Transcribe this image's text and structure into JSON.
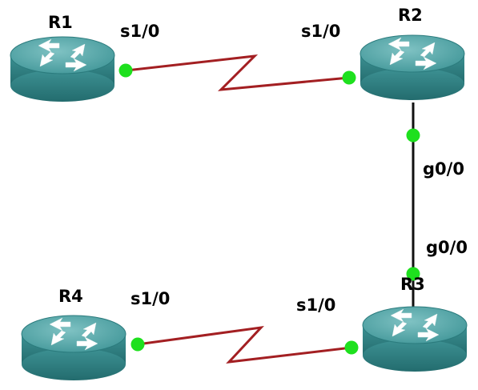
{
  "routers": [
    {
      "name": "R1",
      "label": "R1"
    },
    {
      "name": "R2",
      "label": "R2"
    },
    {
      "name": "R3",
      "label": "R3"
    },
    {
      "name": "R4",
      "label": "R4"
    }
  ],
  "links": [
    {
      "type": "serial",
      "from": "R1",
      "to": "R2",
      "from_interface": "s1/0",
      "to_interface": "s1/0"
    },
    {
      "type": "ethernet",
      "from": "R2",
      "to": "R3",
      "from_interface": "g0/0",
      "to_interface": "g0/0"
    },
    {
      "type": "serial",
      "from": "R4",
      "to": "R3",
      "from_interface": "s1/0",
      "to_interface": "s1/0"
    }
  ],
  "icons": {
    "router": "router-icon",
    "interface_dot": "interface-status-dot"
  },
  "colors": {
    "router_top": "#4a9fa1",
    "router_body": "#2c7e80",
    "serial_link": "#a31f22",
    "ethernet_link": "#111111",
    "interface_up": "#1ee01e"
  }
}
